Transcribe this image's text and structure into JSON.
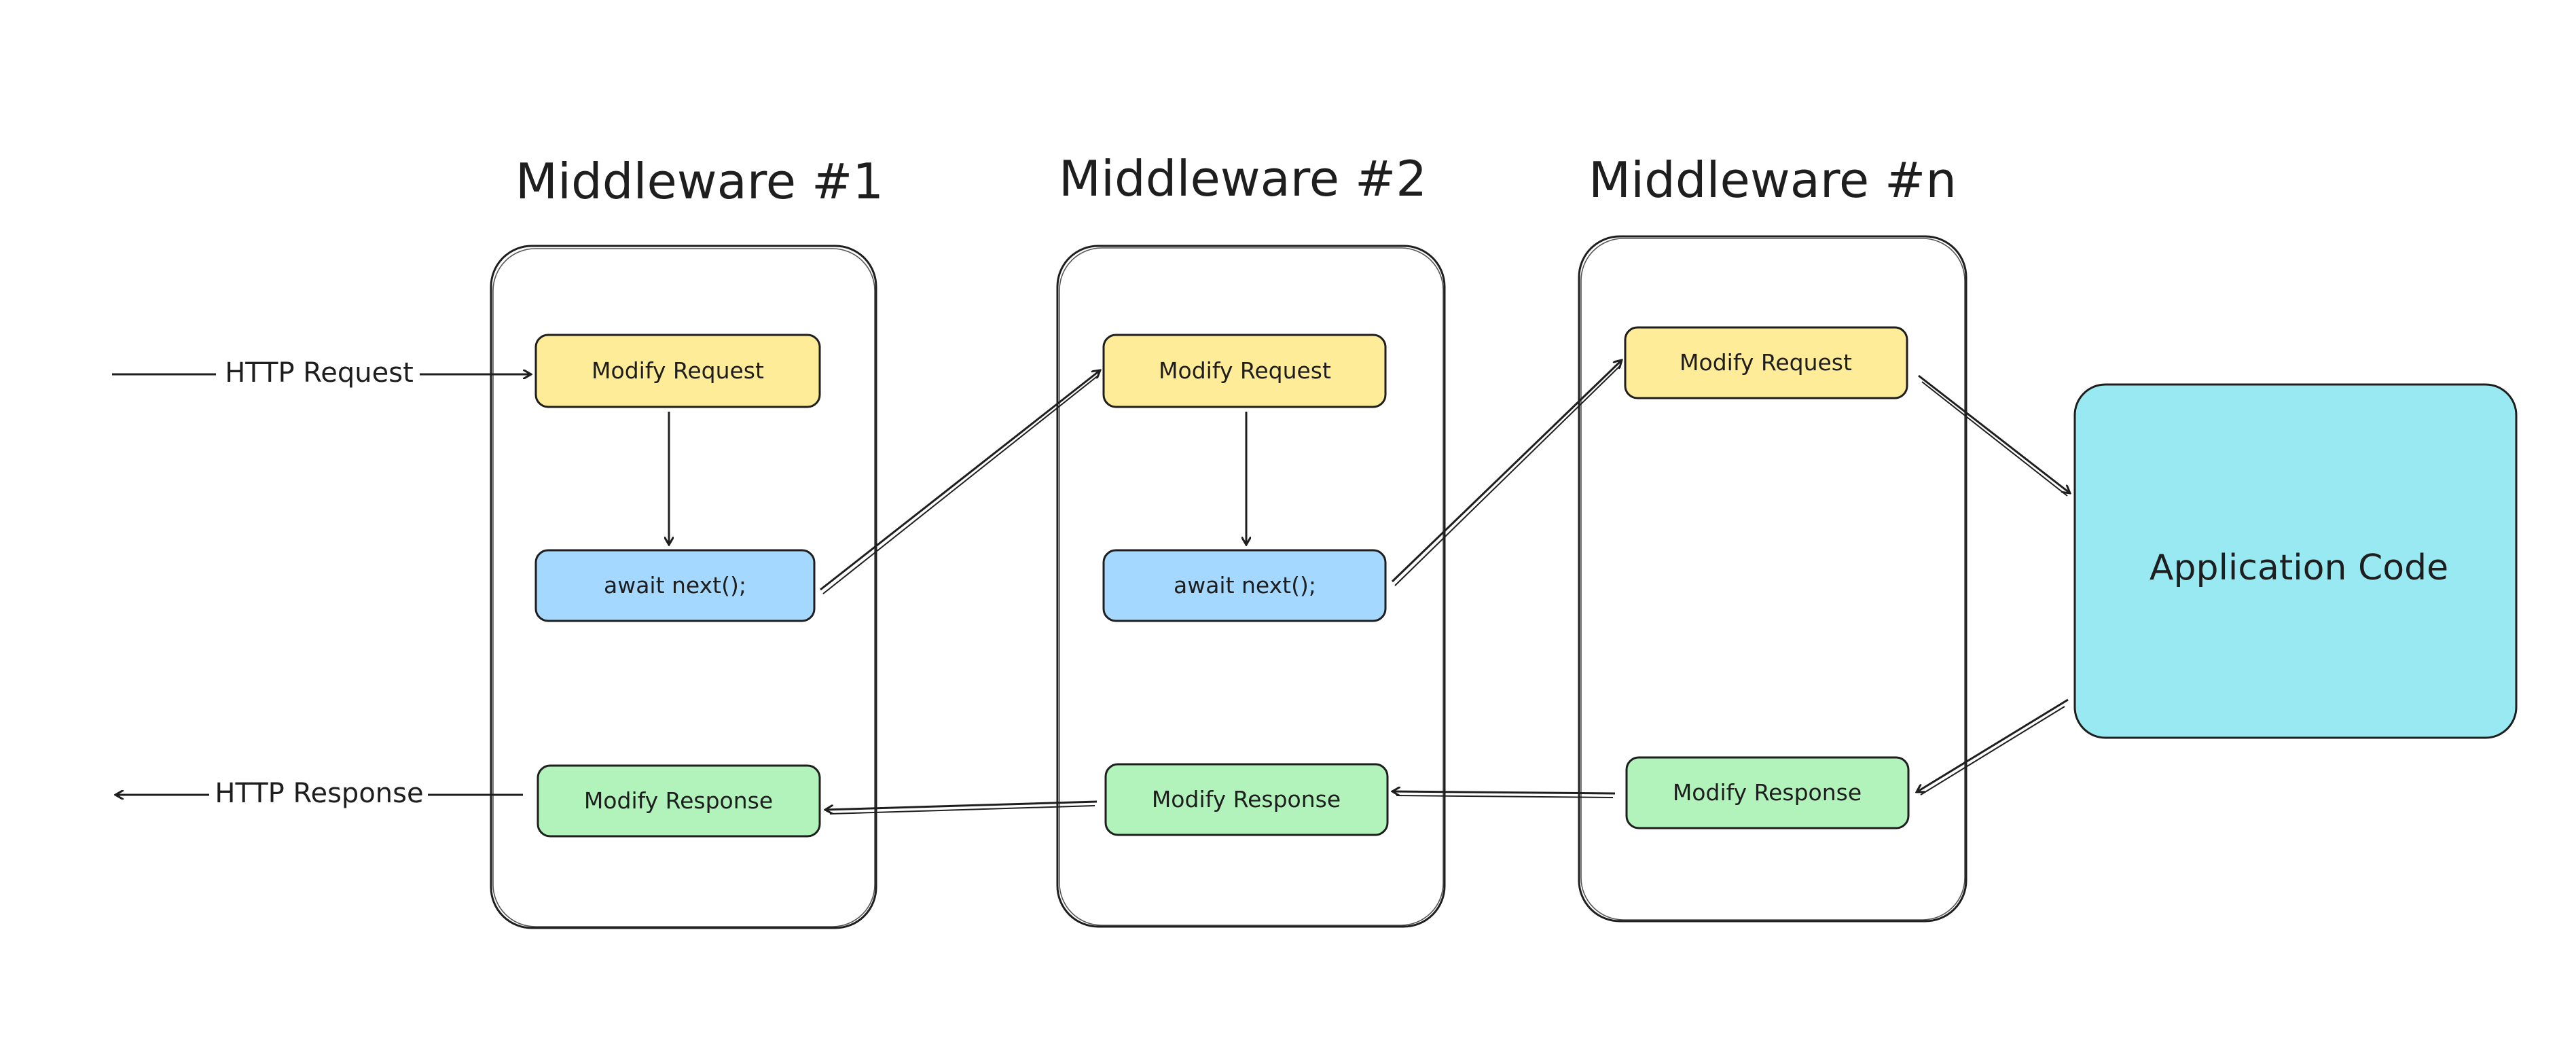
{
  "middlewares": [
    {
      "title": "Middleware #1",
      "request_label": "Modify Request",
      "next_label": "await next();",
      "response_label": "Modify Response"
    },
    {
      "title": "Middleware #2",
      "request_label": "Modify Request",
      "next_label": "await next();",
      "response_label": "Modify Response"
    },
    {
      "title": "Middleware #n",
      "request_label": "Modify Request",
      "response_label": "Modify Response"
    }
  ],
  "application": {
    "label": "Application Code"
  },
  "flow": {
    "request_label": "HTTP Request",
    "response_label": "HTTP Response"
  },
  "colors": {
    "request_box": "#ffec99",
    "next_box": "#a5d8ff",
    "response_box": "#b2f2bb",
    "application_box": "#99e9f2",
    "stroke": "#1e1e1e"
  }
}
